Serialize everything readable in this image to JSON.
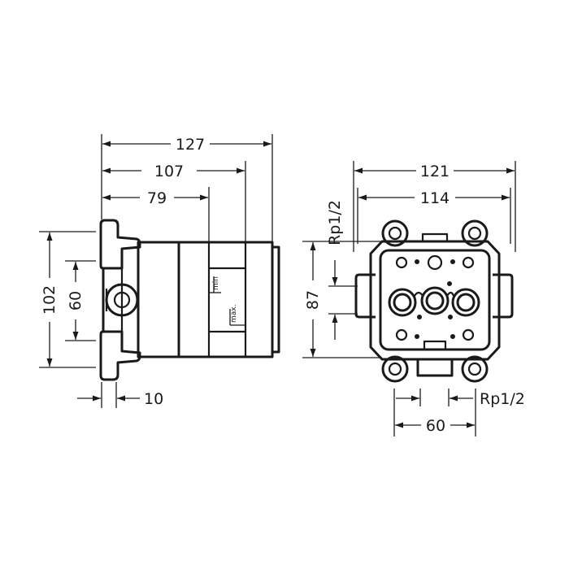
{
  "side_view": {
    "dim_overall_width": "127",
    "dim_mid_width": "107",
    "dim_short_width": "79",
    "dim_height_total": "102",
    "dim_height_inner": "60",
    "dim_flange": "10",
    "label_min": "min",
    "label_max": "max."
  },
  "front_view": {
    "dim_outer_width": "121",
    "dim_inner_width": "114",
    "dim_height": "87",
    "dim_port_spacing": "60",
    "label_thread_top": "Rp1/2",
    "label_thread_bottom": "Rp1/2"
  }
}
